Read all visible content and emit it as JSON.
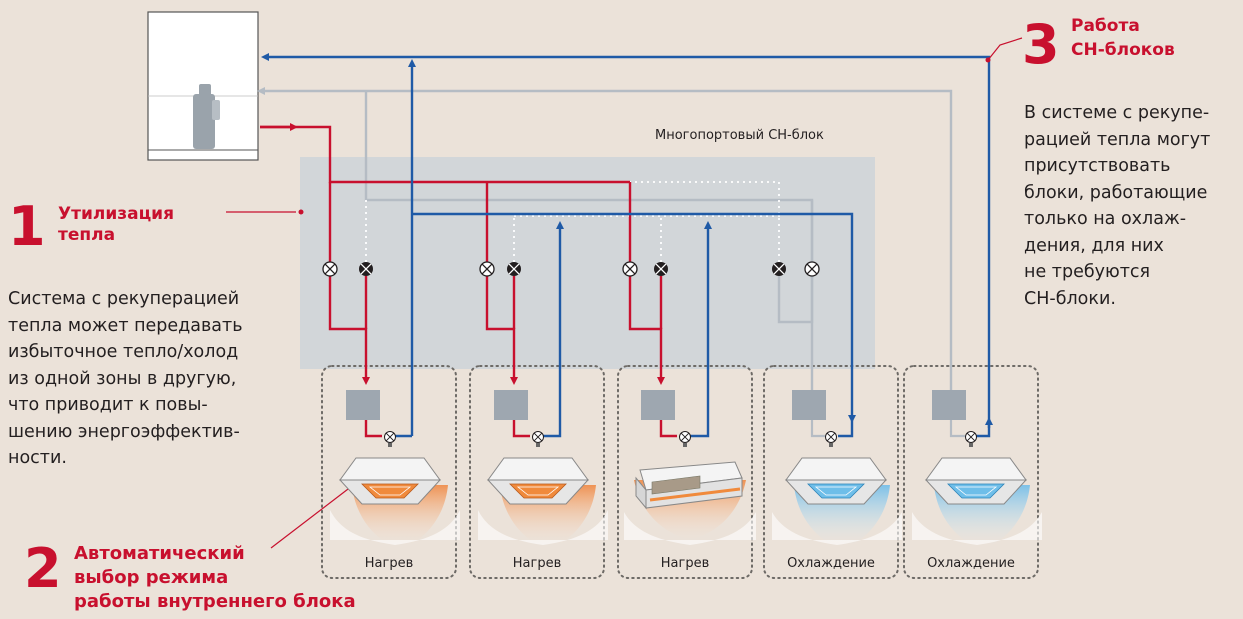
{
  "port_box_label": "Многопортовый CH-блок",
  "section1": {
    "number": "1",
    "heading": [
      "Утилизация",
      "тепла"
    ],
    "body": [
      "Система с рекуперацией",
      "тепла может передавать",
      "избыточное тепло/холод",
      "из одной зоны в  другую,",
      "что приводит к повы-",
      "шению энергоэффектив-",
      "ности."
    ]
  },
  "section2": {
    "number": "2",
    "heading": [
      "Автоматический",
      "выбор режима",
      "работы внутреннего блока"
    ]
  },
  "section3": {
    "number": "3",
    "heading": [
      "Работа",
      "CH-блоков"
    ],
    "body": [
      "В системе с рекупе-",
      "рацией тепла могут",
      "присутствовать",
      "блоки, работающие",
      "только на охлаж-",
      "дения, для них",
      "не требуются",
      "CH-блоки."
    ]
  },
  "indoor_units": [
    {
      "mode": "Нагрев",
      "type": "cassette"
    },
    {
      "mode": "Нагрев",
      "type": "cassette"
    },
    {
      "mode": "Нагрев",
      "type": "ducted"
    },
    {
      "mode": "Охлаждение",
      "type": "cassette"
    },
    {
      "mode": "Охлаждение",
      "type": "cassette"
    }
  ],
  "colors": {
    "background": "#ebe2d9",
    "hot_line": "#c8102e",
    "cold_line": "#1f5aa6",
    "gray_line": "#b5bcc4",
    "port_box": "#d2d6d9",
    "accent_text": "#c8102e"
  }
}
